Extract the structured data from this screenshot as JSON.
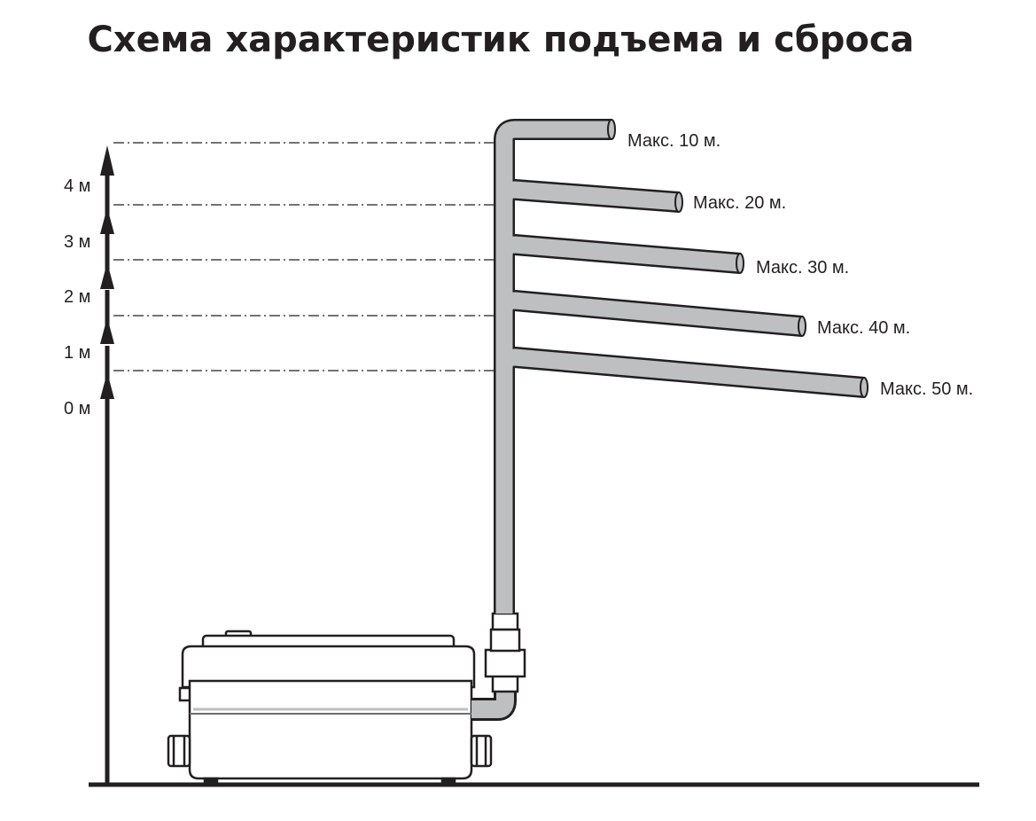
{
  "title": "Схема характеристик подъема и сброса",
  "colors": {
    "pipe": "#bdbfc1",
    "outline": "#231f20"
  },
  "height_axis": {
    "labels": [
      "0 м",
      "1 м",
      "2 м",
      "3 м",
      "4 м"
    ]
  },
  "pipes": [
    {
      "height_m": 4,
      "label": "Макс. 10 м."
    },
    {
      "height_m": 3,
      "label": "Макс. 20 м."
    },
    {
      "height_m": 2,
      "label": "Макс. 30 м."
    },
    {
      "height_m": 1,
      "label": "Макс. 40 м."
    },
    {
      "height_m": 0,
      "label": "Макс. 50 м."
    }
  ]
}
